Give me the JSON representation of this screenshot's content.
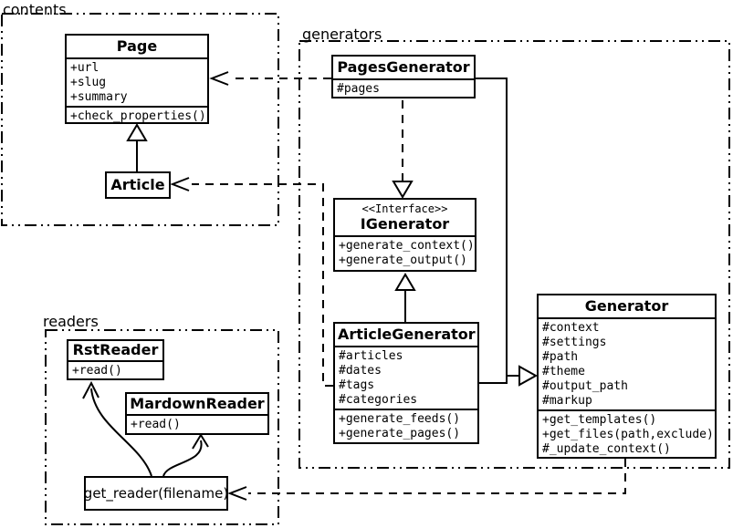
{
  "packages": {
    "contents": {
      "label": "contents"
    },
    "generators": {
      "label": "generators"
    },
    "readers": {
      "label": "readers"
    }
  },
  "classes": {
    "page": {
      "name": "Page",
      "attributes": [
        "+url",
        "+slug",
        "+summary"
      ],
      "methods": [
        "+check_properties()"
      ]
    },
    "article": {
      "name": "Article"
    },
    "pages_generator": {
      "name": "PagesGenerator",
      "attributes": [
        "#pages"
      ]
    },
    "igenerator": {
      "stereotype": "<<Interface>>",
      "name": "IGenerator",
      "methods": [
        "+generate_context()",
        "+generate_output()"
      ]
    },
    "article_generator": {
      "name": "ArticleGenerator",
      "attributes": [
        "#articles",
        "#dates",
        "#tags",
        "#categories"
      ],
      "methods": [
        "+generate_feeds()",
        "+generate_pages()"
      ]
    },
    "generator": {
      "name": "Generator",
      "attributes": [
        "#context",
        "#settings",
        "#path",
        "#theme",
        "#output_path",
        "#markup"
      ],
      "methods": [
        "+get_templates()",
        "+get_files(path,exclude)",
        "#_update_context()"
      ]
    },
    "rst_reader": {
      "name": "RstReader",
      "methods": [
        "+read()"
      ]
    },
    "markdown_reader": {
      "name": "MardownReader",
      "methods": [
        "+read()"
      ]
    },
    "get_reader": {
      "name": "get_reader(filename)"
    }
  },
  "relationships": [
    {
      "from": "Article",
      "to": "Page",
      "type": "inheritance"
    },
    {
      "from": "PagesGenerator",
      "to": "Page",
      "type": "dependency"
    },
    {
      "from": "ArticleGenerator",
      "to": "Article",
      "type": "dependency"
    },
    {
      "from": "PagesGenerator",
      "to": "IGenerator",
      "type": "realization"
    },
    {
      "from": "ArticleGenerator",
      "to": "IGenerator",
      "type": "inheritance"
    },
    {
      "from": "PagesGenerator",
      "to": "Generator",
      "type": "inheritance"
    },
    {
      "from": "ArticleGenerator",
      "to": "Generator",
      "type": "inheritance"
    },
    {
      "from": "Generator",
      "to": "get_reader(filename)",
      "type": "dependency"
    },
    {
      "from": "get_reader(filename)",
      "to": "RstReader",
      "type": "dependency"
    },
    {
      "from": "get_reader(filename)",
      "to": "MardownReader",
      "type": "dependency"
    }
  ],
  "colors": {
    "line": "#000000",
    "background": "#ffffff",
    "box_fill": "#ffffff"
  }
}
